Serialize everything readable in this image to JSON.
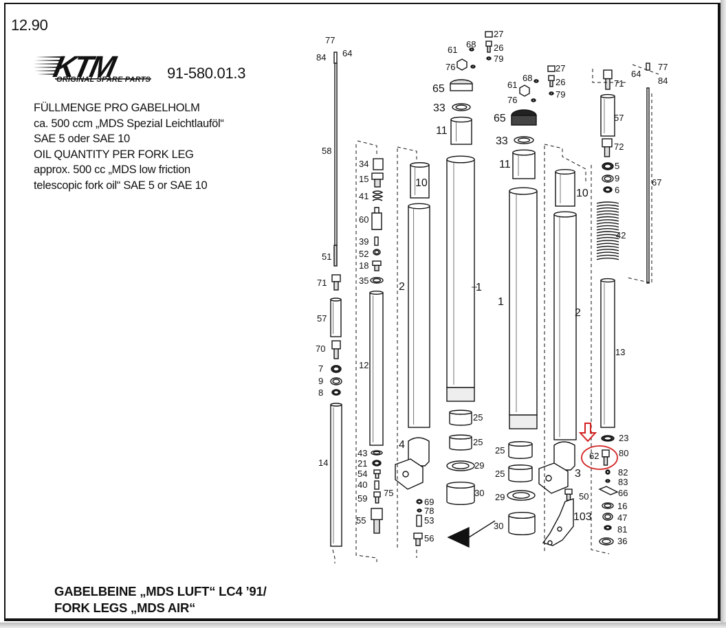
{
  "page_number": "12.90",
  "brand": {
    "logo_text": "KTM",
    "tagline": "ORIGINAL SPARE PARTS"
  },
  "part_number": "91-580.01.3",
  "info_lines": [
    "FÜLLMENGE PRO GABELHOLM",
    "ca. 500 ccm „MDS Spezial Leichtlauföl“",
    "SAE 5 oder SAE 10",
    "OIL QUANTITY PER FORK LEG",
    "approx. 500 cc „MDS low friction",
    "telescopic fork oil“ SAE 5 or SAE 10"
  ],
  "footer_lines": [
    "GABELBEINE „MDS LUFT“ LC4 ’91/",
    "FORK LEGS „MDS AIR“"
  ],
  "callouts": {
    "left_rod": [
      "77",
      "84",
      "64",
      "58",
      "51",
      "71",
      "57",
      "70",
      "7",
      "9",
      "8",
      "14"
    ],
    "left_cartridge": [
      "34",
      "15",
      "41",
      "60",
      "39",
      "52",
      "18",
      "35",
      "12",
      "43",
      "21",
      "54",
      "40",
      "59",
      "75",
      "55"
    ],
    "left_tube": [
      "10",
      "2",
      "4",
      "69",
      "78",
      "53",
      "56"
    ],
    "left_upper_cap": [
      "27",
      "61",
      "68",
      "26",
      "76",
      "79",
      "65",
      "33",
      "11",
      "1",
      "25",
      "25",
      "29",
      "30"
    ],
    "right_upper_cap": [
      "27",
      "61",
      "68",
      "26",
      "76",
      "79",
      "65",
      "33",
      "11",
      "1",
      "25",
      "25",
      "29",
      "30"
    ],
    "right_tube": [
      "10",
      "2",
      "3",
      "50",
      "103"
    ],
    "right_spring": [
      "71",
      "57",
      "72",
      "5",
      "9",
      "6",
      "42",
      "13",
      "23",
      "80",
      "62",
      "82",
      "83",
      "66",
      "16",
      "47",
      "81",
      "36"
    ],
    "right_rod": [
      "77",
      "64",
      "84",
      "67"
    ]
  },
  "highlight": {
    "callout": "62",
    "color": "#d42020"
  },
  "colors": {
    "ink": "#111111",
    "paper": "#ffffff"
  }
}
